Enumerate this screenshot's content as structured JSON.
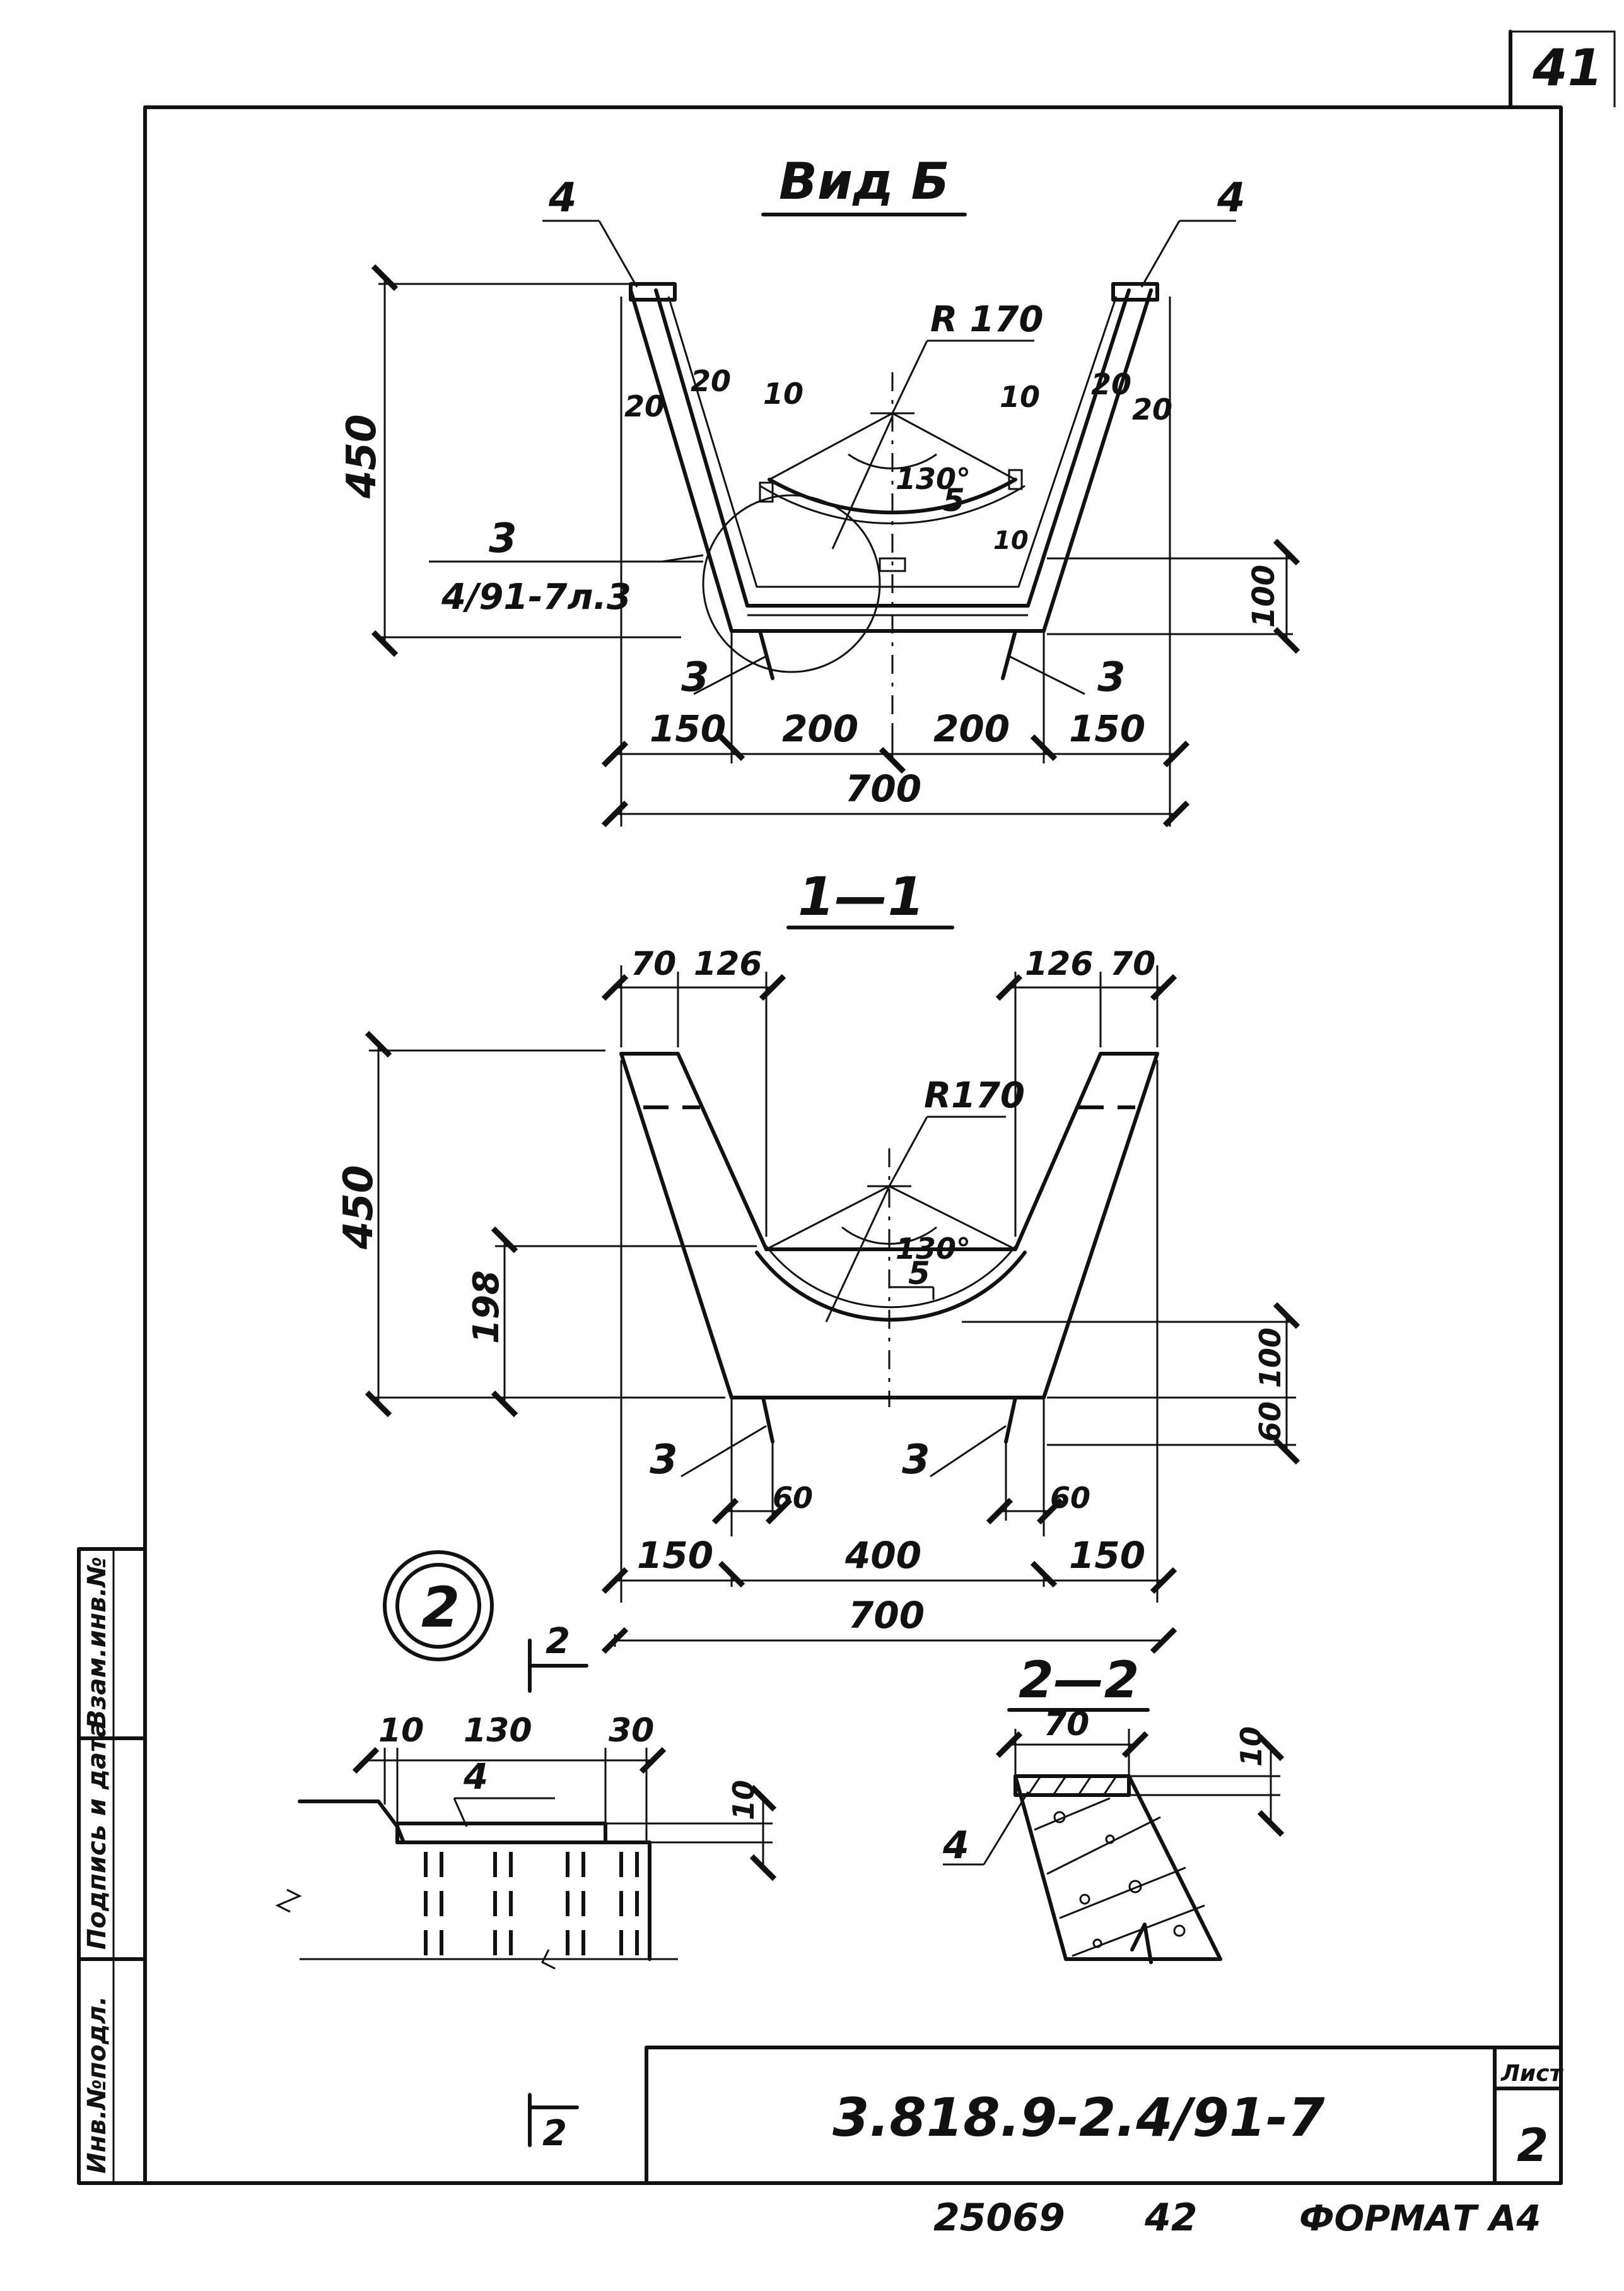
{
  "sheet": {
    "corner_number": "41",
    "title_block": {
      "designation": "3.818.9-2.4/91-7",
      "sheet_label": "Лист",
      "sheet_number": "2"
    },
    "footer": {
      "code": "25069",
      "number": "42",
      "format": "ФОРМАТ А4"
    },
    "side_stamp": [
      "Инв.№подл.",
      "Подпись и дата",
      "Взам.инв.№"
    ]
  },
  "view_b": {
    "title": "Вид Б",
    "labels": {
      "pos_left": "4",
      "pos_right": "4",
      "radius": "R 170",
      "angle": "130°",
      "small": "5",
      "d20a": "20",
      "d20b": "20",
      "d20c": "20",
      "d20d": "20",
      "d10a": "10",
      "d10b": "10",
      "d10c": "10",
      "ref_num": "3",
      "ref_text": "4/91-7л.3",
      "pos3_left": "3",
      "pos3_right": "3"
    },
    "dims": {
      "height": "450",
      "base_h": "100",
      "w1": "150",
      "w2": "200",
      "w3": "200",
      "w4": "150",
      "total": "700"
    }
  },
  "section_1_1": {
    "title": "1—1",
    "labels": {
      "radius": "R170",
      "angle": "130°",
      "small": "5",
      "pos3_left": "3",
      "pos3_right": "3"
    },
    "dims": {
      "top_l1": "70",
      "top_l2": "126",
      "top_r1": "126",
      "top_r2": "70",
      "height": "450",
      "h198": "198",
      "h100": "100",
      "h60": "60",
      "b60_left": "60",
      "b60_right": "60",
      "w1": "150",
      "w2": "400",
      "w3": "150",
      "total": "700"
    }
  },
  "node_2": {
    "marker": "2",
    "cut_top": "2",
    "cut_bottom": "2",
    "dims": {
      "d10": "10",
      "d130": "130",
      "d30": "30",
      "pos": "4",
      "d10v": "10"
    }
  },
  "section_2_2": {
    "title": "2—2",
    "dims": {
      "d70": "70",
      "d10": "10",
      "pos": "4"
    }
  }
}
